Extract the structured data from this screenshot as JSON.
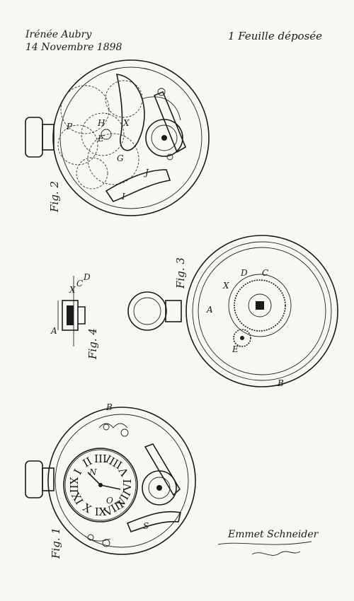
{
  "header": {
    "inventor_name": "Irénée Aubry",
    "date": "14 Novembre 1898",
    "sheet_note": "1 Feuille déposée"
  },
  "figures": {
    "fig1": "Fig. 1",
    "fig2": "Fig. 2",
    "fig3": "Fig. 3",
    "fig4": "Fig. 4"
  },
  "reference_letters": {
    "fig2": [
      "P",
      "E",
      "H",
      "X",
      "G",
      "J",
      "I"
    ],
    "fig3": [
      "A",
      "X",
      "D",
      "C",
      "E",
      "B"
    ],
    "fig4": [
      "A",
      "X",
      "C",
      "D"
    ],
    "fig1": [
      "B",
      "N",
      "O",
      "S"
    ]
  },
  "dial": {
    "numerals": [
      "XII",
      "I",
      "II",
      "III",
      "IIII",
      "V",
      "VI",
      "VII",
      "VIII",
      "IX",
      "X",
      "XI"
    ]
  },
  "signature": "Emmet Schneider"
}
